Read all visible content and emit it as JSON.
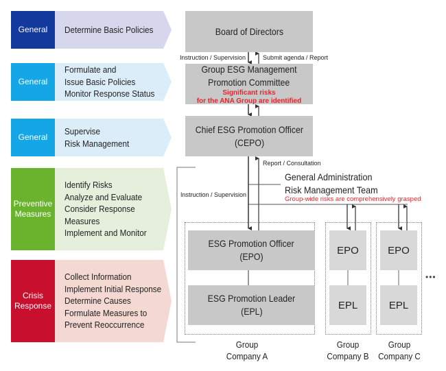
{
  "colors": {
    "general_dark": "#12399b",
    "general_light": "#14a6e6",
    "preventive": "#6ab42d",
    "crisis": "#c8102e",
    "arrow_purple": "#d6d6ec",
    "arrow_lightblue": "#dcedfa",
    "arrow_green": "#e6efdc",
    "arrow_pink": "#f4d8d2",
    "box_gray": "#c8c8c8",
    "box_light_gray": "#d8d8d8",
    "red_note": "#e8242b"
  },
  "rows": [
    {
      "category": "General",
      "items": [
        "Determine Basic Policies"
      ]
    },
    {
      "category": "General",
      "items": [
        "Formulate and",
        "Issue Basic Policies",
        "Monitor Response Status"
      ]
    },
    {
      "category": "General",
      "items": [
        "Supervise",
        "Risk Management"
      ]
    },
    {
      "category_lines": [
        "Preventive",
        "Measures"
      ],
      "items": [
        "Identify Risks",
        "Analyze and Evaluate",
        "Consider Response",
        "Measures",
        "Implement and Monitor"
      ]
    },
    {
      "category_lines": [
        "Crisis",
        "Response"
      ],
      "items": [
        "Collect Information",
        "Implement Initial Response",
        "Determine Causes",
        "Formulate Measures to",
        "Prevent Reoccurrence"
      ]
    }
  ],
  "org": {
    "board": "Board of Directors",
    "committee": {
      "lines": [
        "Group ESG Management",
        "Promotion Committee"
      ],
      "note_lines": [
        "Significant risks",
        "for the ANA Group are identified"
      ]
    },
    "cepo": {
      "lines": [
        "Chief ESG Promotion Officer",
        "(CEPO)"
      ]
    },
    "gart": {
      "lines": [
        "General Administration",
        "Risk Management Team"
      ],
      "note": "Group-wide risks are comprehensively grasped"
    },
    "labels": {
      "instruction_supervision_top": "Instruction / Supervision",
      "submit_agenda": "Submit agenda / Report",
      "report_consultation": "Report / Consultation",
      "instruction_supervision_side": "Instruction / Supervision"
    },
    "company_a": {
      "epo_lines": [
        "ESG Promotion Officer",
        "(EPO)"
      ],
      "epl_lines": [
        "ESG Promotion Leader",
        "(EPL)"
      ],
      "label_lines": [
        "Group",
        "Company A"
      ]
    },
    "company_b": {
      "epo": "EPO",
      "epl": "EPL",
      "label_lines": [
        "Group",
        "Company B"
      ]
    },
    "company_c": {
      "epo": "EPO",
      "epl": "EPL",
      "label_lines": [
        "Group",
        "Company C"
      ]
    },
    "ellipsis": "•••"
  }
}
